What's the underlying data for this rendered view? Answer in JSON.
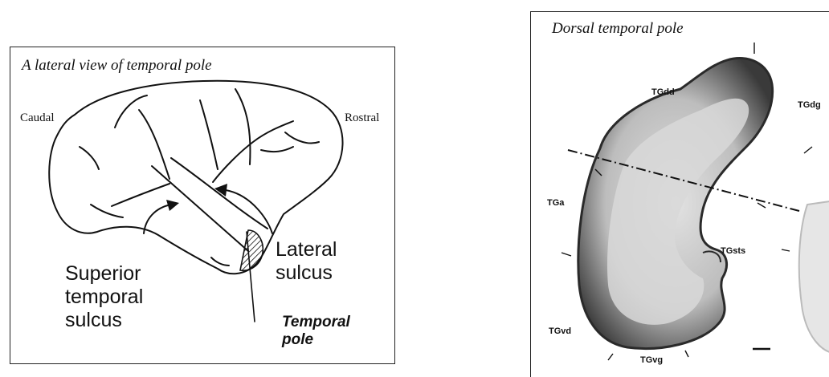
{
  "left_panel": {
    "title": "A lateral view of temporal pole",
    "caudal": "Caudal",
    "rostral": "Rostral",
    "superior_temporal_sulcus": [
      "Superior",
      "temporal",
      "sulcus"
    ],
    "lateral_sulcus": [
      "Lateral",
      "sulcus"
    ],
    "temporal_pole": [
      "Temporal",
      "pole"
    ]
  },
  "right_panel": {
    "title": "Dorsal temporal pole",
    "regions": {
      "tgdd": "TGdd",
      "tgdg": "TGdg",
      "tga": "TGa",
      "tgsts": "TGsts",
      "tgvd": "TGvd",
      "tgvg": "TGvg"
    }
  },
  "colors": {
    "line": "#111111",
    "stain_dark": "#3a3a3a",
    "stain_light": "#c9c9c9"
  }
}
